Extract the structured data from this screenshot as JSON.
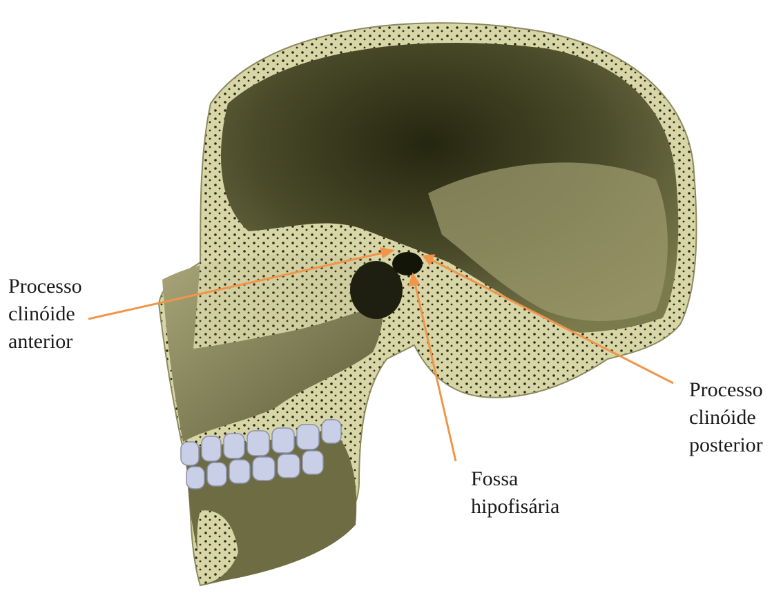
{
  "labels": {
    "anterior_clinoid": [
      "Processo",
      "clinóide",
      "anterior"
    ],
    "posterior_clinoid": [
      "Processo",
      "clinóide",
      "posterior"
    ],
    "hypophyseal_fossa": [
      "Fossa",
      "hipofisária"
    ]
  },
  "colors": {
    "leader_line": "#f0954a",
    "bone_light": "#d9d6a8",
    "bone_shadow": "#3e3f24",
    "cavity_dark": "#1c1d10",
    "teeth": "#c9cfe6"
  }
}
